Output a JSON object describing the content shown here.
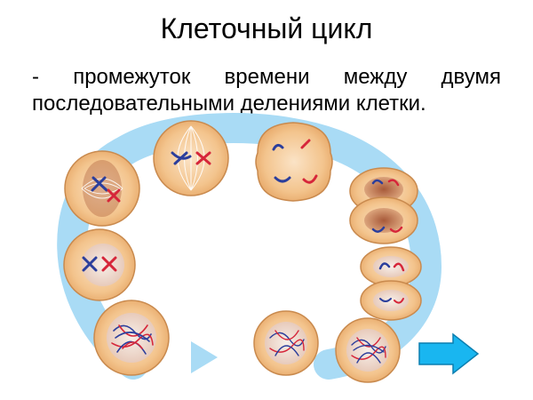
{
  "slide": {
    "title": "Клеточный цикл",
    "definition_line1": "- промежуток времени между двумя",
    "definition_line2": "последовательными делениями клетки."
  },
  "diagram": {
    "cycle_ring_color": "#a9dbf5",
    "cell_membrane_color": "#f3c48d",
    "cell_outline_color": "#c98a4e",
    "chromosome_colors": [
      "#2b3e9c",
      "#d6263a"
    ]
  },
  "navigation": {
    "next_arrow_icon": "right-arrow-icon",
    "arrow_color": "#19b6f0"
  }
}
